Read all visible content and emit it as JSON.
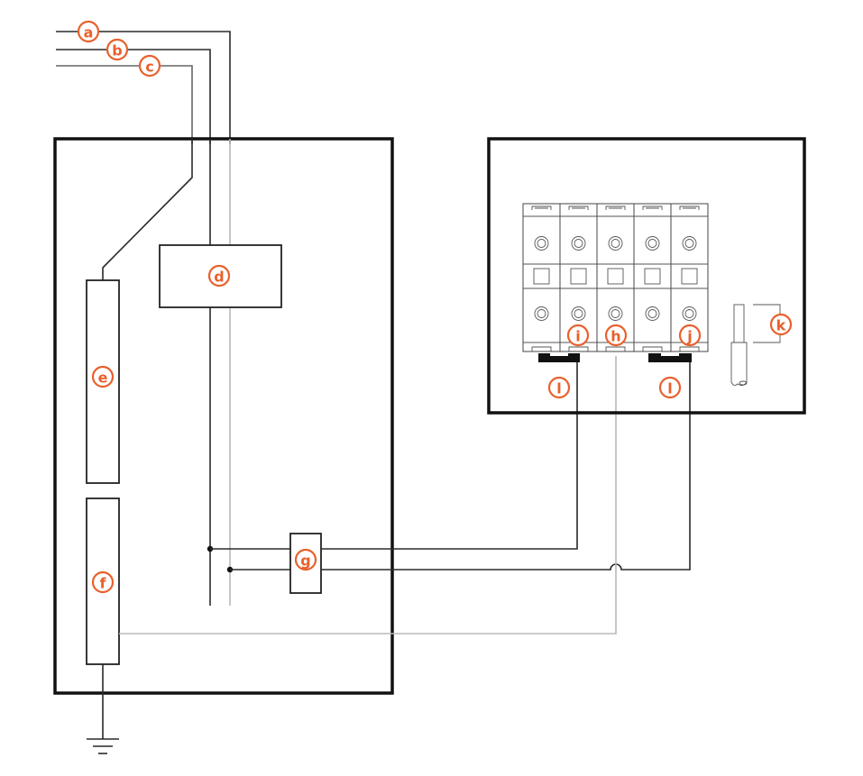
{
  "diagram": {
    "title": "",
    "accent_color": "#e8602c",
    "labels": {
      "a": "a",
      "b": "b",
      "c": "c",
      "d": "d",
      "e": "e",
      "f": "f",
      "g": "g",
      "h": "h",
      "i": "i",
      "j": "j",
      "k": "k",
      "l1": "l",
      "l2": "l"
    },
    "components": [
      {
        "id": "a",
        "description": "incoming conductor a"
      },
      {
        "id": "b",
        "description": "incoming conductor b"
      },
      {
        "id": "c",
        "description": "incoming conductor c"
      },
      {
        "id": "d",
        "description": "meter/unit box"
      },
      {
        "id": "e",
        "description": "busbar / panel strip"
      },
      {
        "id": "f",
        "description": "earth bar"
      },
      {
        "id": "g",
        "description": "junction block"
      },
      {
        "id": "h",
        "description": "middle terminal"
      },
      {
        "id": "i",
        "description": "left terminal"
      },
      {
        "id": "j",
        "description": "right terminal"
      },
      {
        "id": "k",
        "description": "cable strip length"
      },
      {
        "id": "l",
        "description": "bridging links"
      }
    ],
    "terminal_block_modules": 5
  }
}
